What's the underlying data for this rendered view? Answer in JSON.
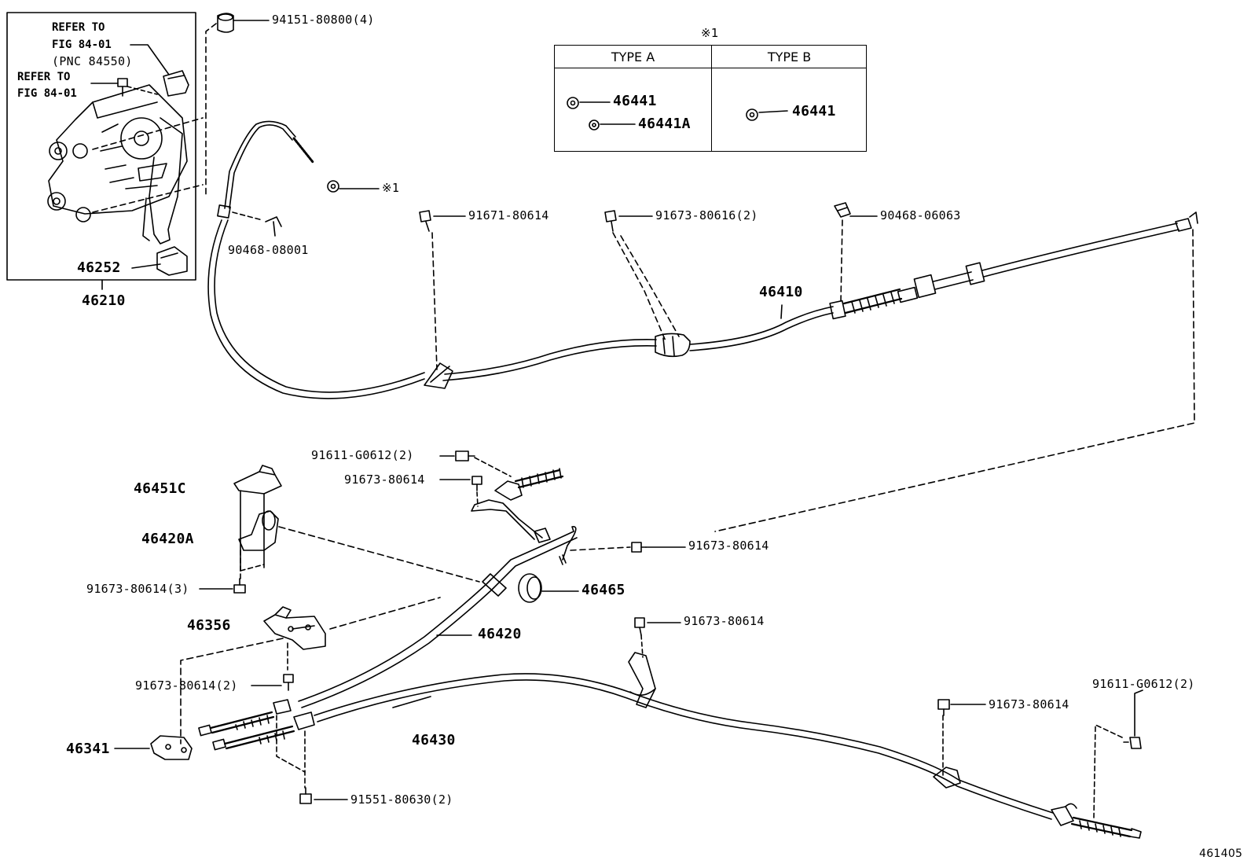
{
  "diagram_id": "461405",
  "inset": {
    "refer1_line1": "REFER TO",
    "refer1_line2": "FIG 84-01",
    "refer1_line3": "(PNC 84550)",
    "refer2_line1": "REFER TO",
    "refer2_line2": "FIG 84-01",
    "part_46252": "46252",
    "assembly": "46210"
  },
  "table": {
    "marker": "※1",
    "col_a": "TYPE A",
    "col_b": "TYPE B",
    "a_part1": "46441",
    "a_part2": "46441A",
    "b_part1": "46441"
  },
  "labels": {
    "p94151": "94151-80800(4)",
    "mark1": "※1",
    "p90468_08001": "90468-08001",
    "p91671": "91671-80614",
    "p91673_80616": "91673-80616(2)",
    "p90468_06063": "90468-06063",
    "p46410": "46410",
    "p91611_top": "91611-G0612(2)",
    "p91673_a": "91673-80614",
    "p46451C": "46451C",
    "p46420A": "46420A",
    "p91673_3": "91673-80614(3)",
    "p91673_b": "91673-80614",
    "p46465": "46465",
    "p46356": "46356",
    "p46420": "46420",
    "p91673_c": "91673-80614",
    "p91673_2": "91673-80614(2)",
    "p46430": "46430",
    "p91611_right": "91611-G0612(2)",
    "p91673_d": "91673-80614",
    "p46341": "46341",
    "p91551": "91551-80630(2)"
  }
}
